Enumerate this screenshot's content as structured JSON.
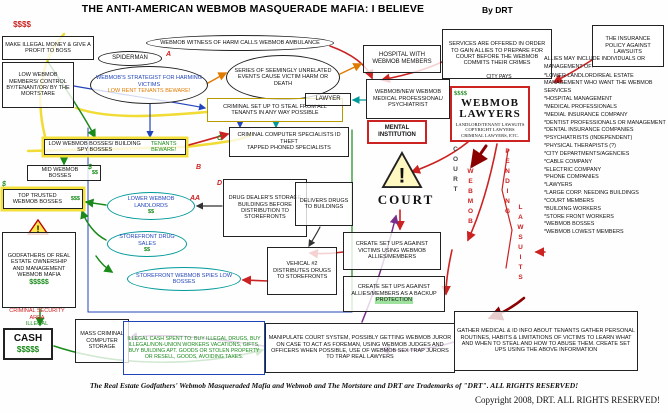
{
  "title": {
    "text": "THE ANTI-AMERICAN WEBMOB MASQUERADE MAFIA:  I BELIEVE",
    "byline": "By DRT"
  },
  "nodes": {
    "top_left_dollars": {
      "label": "$$$$"
    },
    "make_illegal_money": {
      "label": "MAKE ILLEGAL MONEY & GIVE A PROFIT TO BOSS"
    },
    "spiderman": {
      "label": "SPIDERMAN"
    },
    "webmob_witness": {
      "label": "WEBMOB WITNESS OF HARM CALLS WEBMOB AMBULANCE"
    },
    "strategist": {
      "label": "WEBMOB'S STRATEGIST FOR HARMING VICTIMS",
      "warning": "LOW RENT TENANTS BEWARE!"
    },
    "series_events": {
      "label": "SERIES OF SEEMINGLY UNRELATED EVENTS CAUSE VICTIM HARM OR DEATH"
    },
    "hospital": {
      "label": "HOSPITAL WITH WEBMOB MEMBERS"
    },
    "services_offered": {
      "label": "SERVICES ARE OFFERED IN ORDER TO GAIN ALLIES TO PREPARE FOR COURT BEFORE THE WEBMOB COMMITS THEIR CRIMES"
    },
    "insurance_policy": {
      "label": "THE INSURANCE POLICY AGAINST LAWSUITS"
    },
    "low_members": {
      "label": "LOW WEBMOB MEMBERS/ CONTROL BY/TENANT/OR/ BY THE MORTSTARE"
    },
    "criminal_setup": {
      "label": "CRIMINAL SET UP TO STEAL FROM ALL TENANTS IN ANY WAY POSSIBLE"
    },
    "lawyer": {
      "label": "LAWYER"
    },
    "webmob_medical": {
      "label": "WEBMOB/NEW WEBMOB MEDICAL PROFESSIONAL/ PSYCHIATRIST"
    },
    "city_pays": {
      "label": "CITY PAYS"
    },
    "webmob_lawyers": {
      "line1": "WEBMOB",
      "line2": "LAWYERS",
      "dollars": "$$$$",
      "sub": "LANDLORD/TENANT LAWSUITS COPYRIGHT LAWYERS CRIMINAL LAWYERS, ETC."
    },
    "mental_institution": {
      "label": "MENTAL INSTITUTION"
    },
    "low_bosses": {
      "label": "LOW WEBMOB BOSSES/ BUILDING SPY BOSSES",
      "warning": "TENANTS BEWARE!"
    },
    "criminal_computer": {
      "line1": "CRIMINAL COMPUTER SPECIALISTS  ID THEFT",
      "line2": "TAPPED PHONED SPECIALISTS"
    },
    "mid_bosses": {
      "label": "MID WEBMOB BOSSES",
      "dollars": "$$"
    },
    "top_bosses": {
      "label": "TOP TRUSTED WEBMOB BOSSES",
      "dollars": "$$$"
    },
    "lower_landlords": {
      "label": "LOWER WEBMOB LANDLORDS",
      "dollars": "$$"
    },
    "drug_storage": {
      "label": "DRUG DEALER'S STORAGE BUILDINGS BEFORE DISTRIBUTION TO STOREFRONTS"
    },
    "delivers_drugs": {
      "label": "DELIVERS DRUGS TO BUILDINGS"
    },
    "storefront_sales": {
      "label": "STOREFRONT DRUG SALES",
      "dollars": "$$"
    },
    "storefront_spies": {
      "label": "STOREFRONT WEBMOB SPIES LOW BOSSES"
    },
    "vehical": {
      "label": "VEHICAL #2 DISTRIBUTES DRUGS TO STOREFRONTS"
    },
    "court": {
      "label": "COURT",
      "bang": "!"
    },
    "setups_victims": {
      "label": "CREATE SET UPS AGAINST VICTIMS USING WEBMOB ALLIES/MEMBERS"
    },
    "setups_allies": {
      "label": "CREATE SET UPS AGAINST ALLIES/MEMBERS AS A BACKUP",
      "highlight": "PROTECTION"
    },
    "godfathers": {
      "label": "GODFATHERS OF REAL ESTATE OWNERSHIP AND MANAGEMENT WEBMOB MAFIA",
      "dollars": "$$$$$",
      "bang": "!"
    },
    "criminal_security": {
      "label": "CRIMINAL SECURITY AREA",
      "sub": "ILLEGAL"
    },
    "cash": {
      "label": "CASH",
      "dollars": "$$$$$"
    },
    "mass_storage": {
      "label": "MASS CRIMINAL COMPUTER STORAGE"
    },
    "illegal_cash": {
      "label": "ILLEGAL CASH SPENT TO: BUY ILLEGAL DRUGS, BUY ILLEGAL/NON-UNION WORKERS VACATIONS, GIFTS, BUY BUILDING APT. GOODS OR STOLEN PROPERTY OR RESELL, GOODS, AVOIDING TAXES."
    },
    "manipulate_court": {
      "label": "MANIPULATE COURT SYSTEM, POSSIBLY GETTING WEBMOB JUROR ON CASE TO ACT AS FOREMAN, USING WEBMOB JUDGES AND OFFICERS WHEN POSSIBLE, USE OF WEBMOB SEX TRAP JURORS TO TRAP REAL LAWYERS"
    },
    "gather_info": {
      "label": "GATHER MEDICAL & ID INFO ABOUT TENANTS GATHER PERSONAL ROUTINES, HABITS & LIMITATIONS OF VICTIMS TO LEARN WHAT AND WHEN TO STEAL AND HOW TO ABUSE THEM. CREATE SET UPS USING THE ABOVE INFORMATION"
    }
  },
  "allies": {
    "header": "ALLIES MAY INCLUDE INDIVIDUALS OR MANAGEMENT OF:",
    "items": [
      "*LOWER LANDLORD/REAL ESTATE MANAGEMENT WHO WANT THE WEBMOB SERVICES",
      "*HOSPITAL MANAGEMENT",
      "*MEDICAL PROFESSIONALS",
      "*MEDIAL INSURANCE COMPANY",
      "*DENTIST PROFESSIONALS OR MANAGEMENT",
      "*DENTAL INSURANCE COMPANIES",
      "*PSYCHIATRISTS (INDEPENDENT)",
      "*PHYSICAL THERAPISTS (?)",
      "*CITY DEPARTMENTS/AGENCIES",
      "*CABLE COMPANY",
      "*ELECTRIC COMPANY",
      "*PHONE COMPANIES",
      "*LAWYERS",
      "*LARGE CORP. NEEDING BUILDINGS",
      "*COURT MEMBERS",
      "*BUILDING WORKERS",
      "*STORE FRONT WORKERS",
      "*WEBMOB BOSSES",
      "*WEBMOB LOWEST MEMBERS"
    ]
  },
  "vertical_labels": {
    "court": "COURT",
    "webmob": "WEBMOB",
    "pending": "PENDING",
    "lawsuits": "LAWSUITS"
  },
  "markers": [
    {
      "label": "A"
    },
    {
      "label": "C"
    },
    {
      "label": "B"
    },
    {
      "label": "D"
    },
    {
      "label": "AA"
    },
    {
      "label": "$"
    },
    {
      "label": "$"
    }
  ],
  "footer": {
    "trademark": "The Real Estate Godfathers' Webmob Masqueraded Mafia  and  Webmob  and  The Mortstare  and  DRT  are Trademarks of \"DRT\".  ALL RIGHTS RESERVED!",
    "copyright": "Copyright 2008, DRT.  ALL RIGHTS RESERVED!"
  },
  "colors": {
    "red": "#cc2222",
    "dark_red": "#8b0000",
    "green": "#1a8a1a",
    "blue": "#2244bb",
    "orange": "#e07b00",
    "purple": "#7b2d8b",
    "teal": "#009999",
    "yellow": "#f0d820"
  }
}
